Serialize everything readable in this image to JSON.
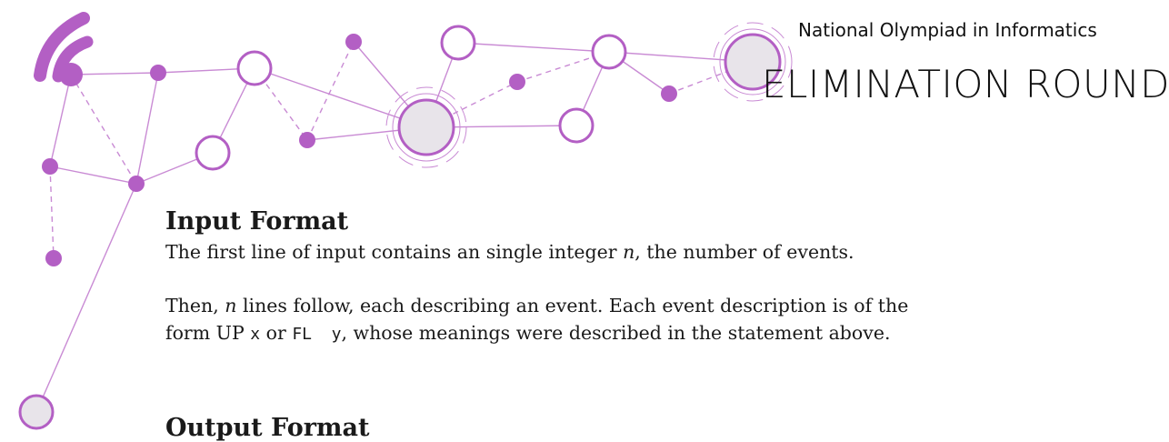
{
  "header": {
    "organization": "National Olympiad in Informatics",
    "round": "ELIMINATION ROUND"
  },
  "section": {
    "title": "Input Format",
    "p1": {
      "a": "The first line of input contains an single integer ",
      "var": "n",
      "b": ", the number of events."
    },
    "p2": {
      "line1_a": "Then, ",
      "var": "n",
      "line1_b": " lines follow, each describing an event. Each event description is of the",
      "line2_a": "form UP ",
      "code1": "x",
      "line2_b": " or ",
      "code2": "FL  y",
      "line2_c": ", whose meanings were described in the statement above."
    }
  },
  "next_section": {
    "title": "Output Format"
  },
  "colors": {
    "accent": "#b35fc4",
    "node_fill": "#e8e4ea",
    "line": "#c98bd4"
  },
  "icons": {
    "logo": "wifi-signal-icon"
  }
}
